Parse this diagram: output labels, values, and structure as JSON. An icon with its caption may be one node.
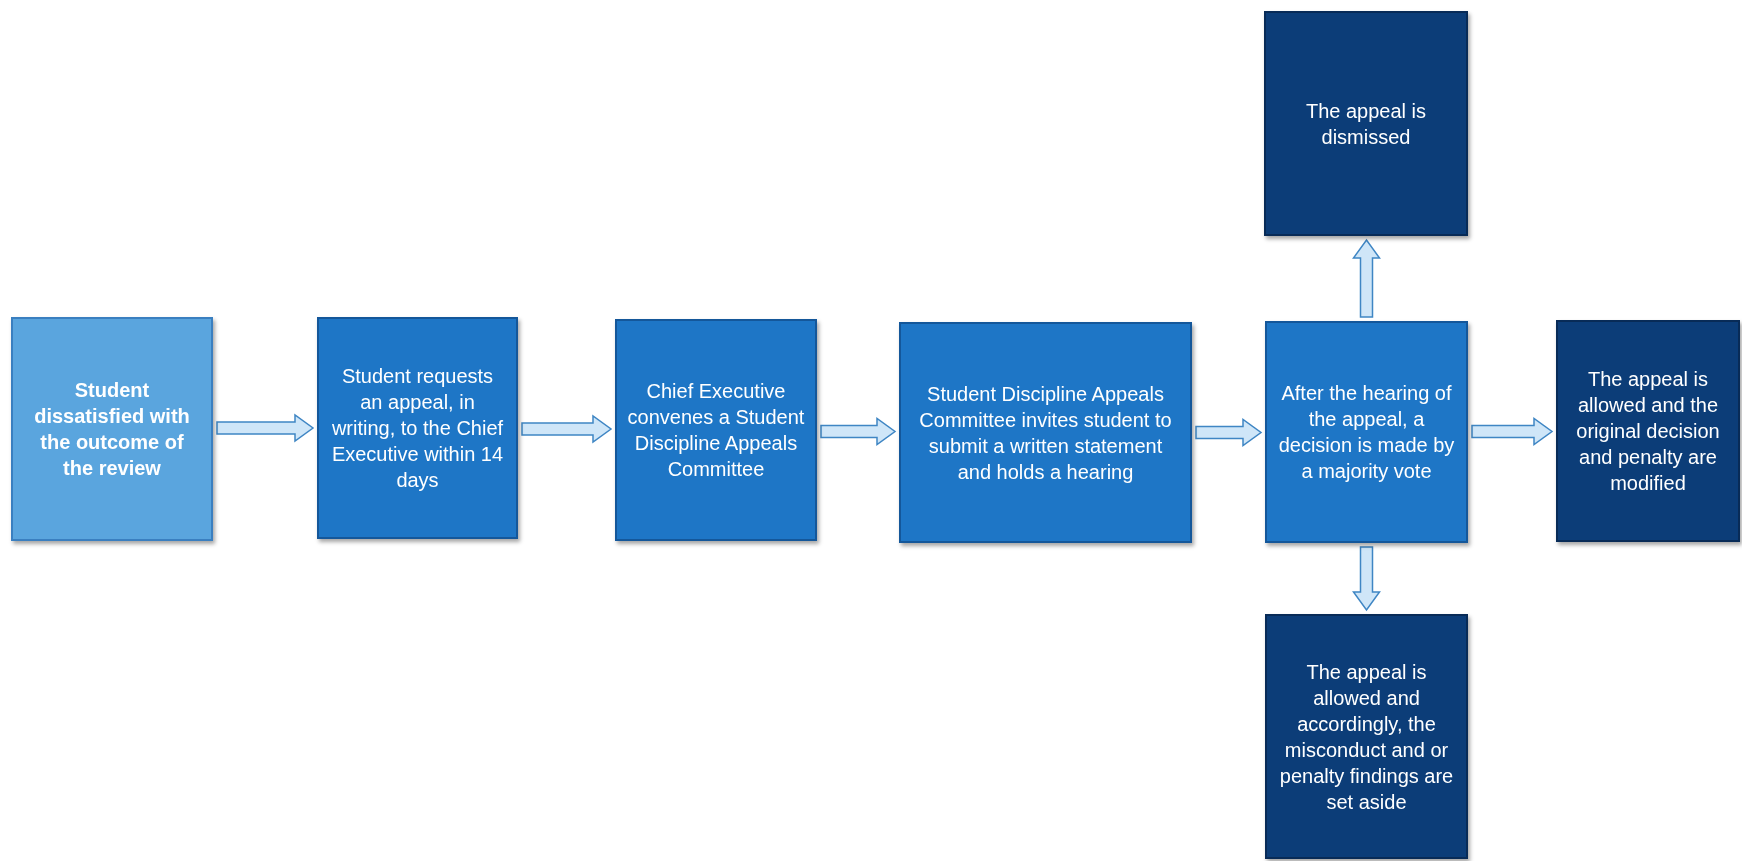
{
  "diagram": {
    "nodes": [
      {
        "text": [
          "Student dissatisfied with the outcome of the review"
        ]
      },
      {
        "text": [
          "Student requests an appeal, in writing, to the Chief Executive within 14 days"
        ]
      },
      {
        "text": [
          "Chief Executive convenes a Student Discipline Appeals Committee"
        ]
      },
      {
        "text": [
          "Student Discipline Appeals Committee invites student to submit a written statement and holds a hearing"
        ]
      },
      {
        "text": [
          "After the hearing of the appeal, a decision is made by a majority vote"
        ]
      },
      {
        "text": [
          "The appeal is dismissed"
        ]
      },
      {
        "text": [
          "The appeal is allowed and the original decision and penalty are modified"
        ]
      },
      {
        "text": [
          "The appeal is allowed and accordingly, the misconduct and or penalty findings are set aside"
        ]
      }
    ],
    "edges": [
      {
        "from": 0,
        "to": 1,
        "arrow": "to"
      },
      {
        "from": 1,
        "to": 2,
        "arrow": "to"
      },
      {
        "from": 2,
        "to": 3,
        "arrow": "to"
      },
      {
        "from": 3,
        "to": 4,
        "arrow": "to"
      },
      {
        "from": 4,
        "to": 5,
        "arrow": "to"
      },
      {
        "from": 4,
        "to": 6,
        "arrow": "to"
      },
      {
        "from": 4,
        "to": 7,
        "arrow": "to"
      }
    ]
  }
}
